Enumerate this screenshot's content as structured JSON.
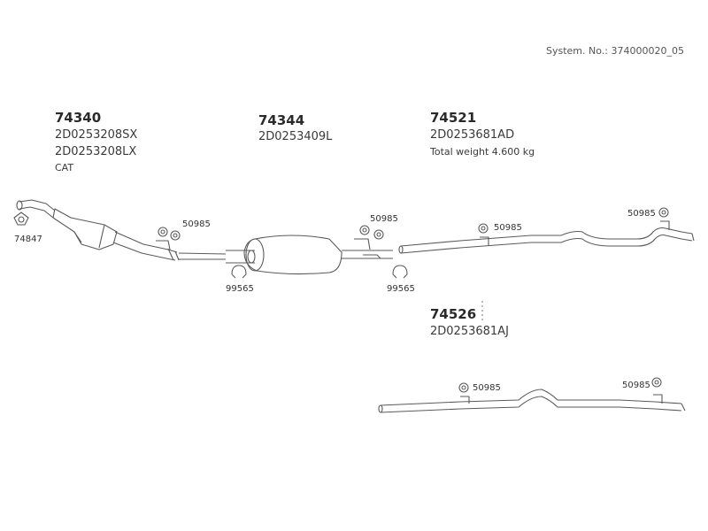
{
  "system_no": "System. No.: 374000020_05",
  "groups": [
    {
      "part": "74340",
      "codes": [
        "2D0253208SX",
        "2D0253208LX"
      ],
      "note": "CAT"
    },
    {
      "part": "74344",
      "codes": [
        "2D0253409L"
      ]
    },
    {
      "part": "74521",
      "codes": [
        "2D0253681AD"
      ],
      "note": "Total weight 4.600 kg"
    },
    {
      "part": "74526",
      "codes": [
        "2D0253681AJ"
      ]
    }
  ],
  "labels": {
    "gasket": "74847",
    "hanger_a": "50985",
    "hanger_b": "50985",
    "hanger_c": "50985",
    "hanger_d": "50985",
    "hanger_e": "50985",
    "hanger_f": "50985",
    "clamp_a": "99565",
    "clamp_b": "99565"
  }
}
